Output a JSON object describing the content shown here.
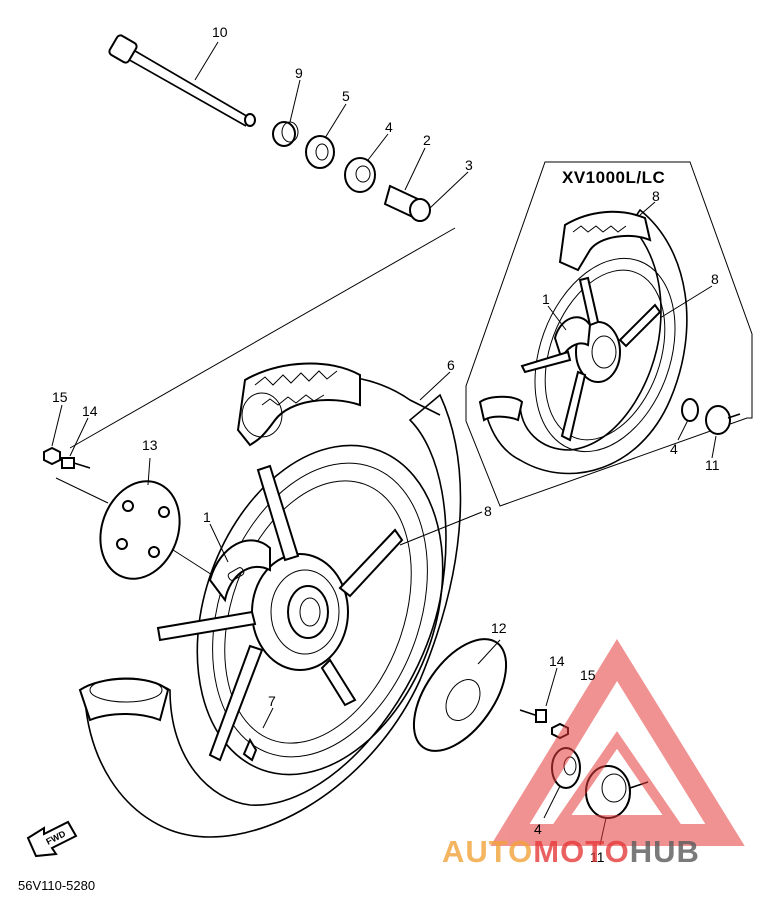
{
  "colors": {
    "line": "#000000",
    "background": "#ffffff",
    "watermark_red": "#e63a3a",
    "watermark_orange": "#f2a33a",
    "watermark_grey": "#5a5a5a"
  },
  "inset": {
    "model": "XV1000L/LC"
  },
  "diagram_code": "56V110-5280",
  "fwd_label": "FWD",
  "watermark": {
    "part1": "AUTO",
    "part2": "MOTO",
    "part3": "HUB"
  },
  "callouts": {
    "c10": "10",
    "c9": "9",
    "c5": "5",
    "c4a": "4",
    "c2": "2",
    "c3": "3",
    "c6": "6",
    "c8": "8",
    "c1": "1",
    "c7": "7",
    "c13": "13",
    "c14a": "14",
    "c15a": "15",
    "c12": "12",
    "c14b": "14",
    "c15b": "15",
    "c4b": "4",
    "c11b": "11",
    "i8a": "8",
    "i8b": "8",
    "i1": "1",
    "i4": "4",
    "i11": "11"
  }
}
